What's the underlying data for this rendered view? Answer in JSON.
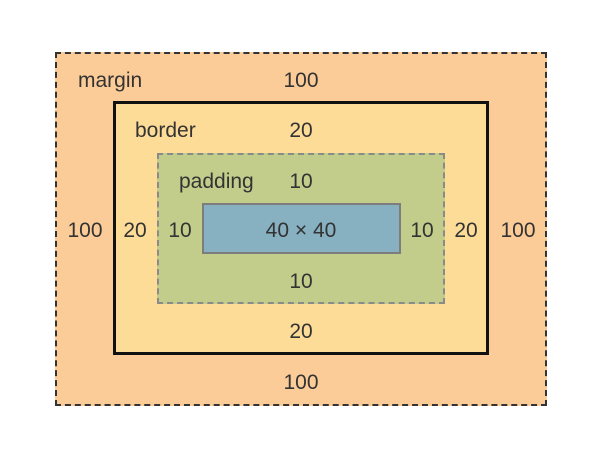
{
  "colors": {
    "margin": "#fccc98",
    "border": "#fddc98",
    "padding": "#c3cd8b",
    "content": "#87b0c1"
  },
  "margin": {
    "label": "margin",
    "top": "100",
    "bottom": "100",
    "left": "100",
    "right": "100"
  },
  "border": {
    "label": "border",
    "top": "20",
    "bottom": "20",
    "left": "20",
    "right": "20"
  },
  "padding": {
    "label": "padding",
    "top": "10",
    "bottom": "10",
    "left": "10",
    "right": "10"
  },
  "content": {
    "size": "40 × 40"
  }
}
